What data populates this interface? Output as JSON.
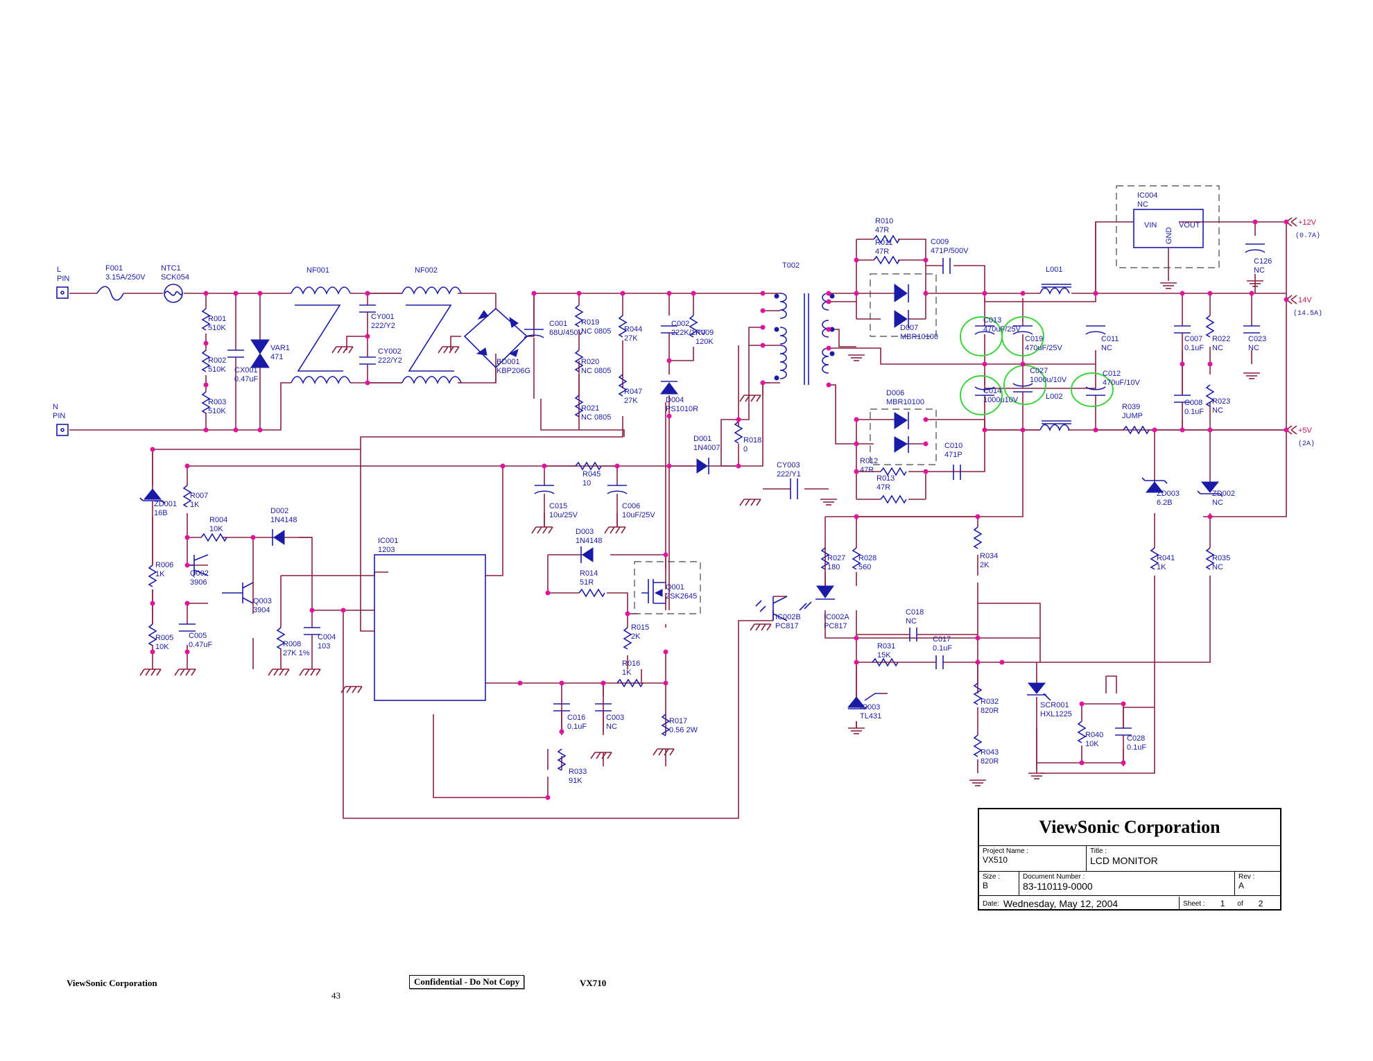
{
  "schematic": {
    "labels": {
      "l_pin": [
        "L",
        "PIN"
      ],
      "n_pin": [
        "N",
        "PIN"
      ],
      "f001": [
        "F001",
        "3.15A/250V"
      ],
      "ntc1": [
        "NTC1",
        "SCK054"
      ],
      "r001": [
        "R001",
        "510K"
      ],
      "r002": [
        "R002",
        "510K"
      ],
      "r003": [
        "R003",
        "510K"
      ],
      "cx001": [
        "CX001",
        "0.47uF"
      ],
      "var1": [
        "VAR1",
        "471"
      ],
      "nf001": [
        "NF001"
      ],
      "nf002": [
        "NF002"
      ],
      "cy001": [
        "CY001",
        "222/Y2"
      ],
      "cy002": [
        "CY002",
        "222/Y2"
      ],
      "bd001": [
        "BD001",
        "KBP206G"
      ],
      "c001": [
        "C001",
        "68U/450V"
      ],
      "r019": [
        "R019",
        "NC 0805"
      ],
      "r020": [
        "R020",
        "NC 0805"
      ],
      "r021": [
        "R021",
        "NC 0805"
      ],
      "r044": [
        "R044",
        "27K"
      ],
      "r047": [
        "R047",
        "27K"
      ],
      "c002": [
        "C002",
        "222K/1KV"
      ],
      "r009": [
        "R009",
        "120K"
      ],
      "d004": [
        "D004",
        "PS1010R"
      ],
      "d001": [
        "D001",
        "1N4007"
      ],
      "r018": [
        "R018",
        "0"
      ],
      "t002": [
        "T002"
      ],
      "r010": [
        "R010",
        "47R"
      ],
      "r011": [
        "R011",
        "47R"
      ],
      "c009": [
        "C009",
        "471P/500V"
      ],
      "d007": [
        "D007",
        "MBR10100"
      ],
      "d006": [
        "D006",
        "MBR10100"
      ],
      "r012": [
        "R012",
        "47R"
      ],
      "r013": [
        "R013",
        "47R"
      ],
      "c010": [
        "C010",
        "471P"
      ],
      "c013": [
        "C013",
        "470uF/25V"
      ],
      "c019": [
        "C019",
        "470uF/25V"
      ],
      "c014": [
        "C014",
        "1000u10V"
      ],
      "c027": [
        "C027",
        "1000u/10V"
      ],
      "c012": [
        "C012",
        "470uF/10V"
      ],
      "l001": [
        "L001"
      ],
      "l002": [
        "L002"
      ],
      "c011": [
        "C011",
        "NC"
      ],
      "ic004": [
        "IC004",
        "NC"
      ],
      "ic004_vin": "VIN",
      "ic004_vout": "VOUT",
      "ic004_gnd": "GND",
      "c126": [
        "C126",
        "NC"
      ],
      "c007": [
        "C007",
        "0.1uF"
      ],
      "c008": [
        "C008",
        "0.1uF"
      ],
      "r022": [
        "R022",
        "NC"
      ],
      "r023": [
        "R023",
        "NC"
      ],
      "c023": [
        "C023",
        "NC"
      ],
      "r039": [
        "R039",
        "JUMP"
      ],
      "zd003": [
        "ZD003",
        "6.2B"
      ],
      "zd002": [
        "ZD002",
        "NC"
      ],
      "r041": [
        "R041",
        "1K"
      ],
      "r035": [
        "R035",
        "NC"
      ],
      "cy003": [
        "CY003",
        "222/Y1"
      ],
      "r027": [
        "R027",
        "180"
      ],
      "r028": [
        "R028",
        "560"
      ],
      "r034": [
        "R034",
        "2K"
      ],
      "ic002b": [
        "IC002B",
        "PC817"
      ],
      "ic002a": [
        "IC002A",
        "PC817"
      ],
      "c018": [
        "C018",
        "NC"
      ],
      "r031": [
        "R031",
        "15K"
      ],
      "c017": [
        "C017",
        "0.1uF"
      ],
      "ic003": [
        "IC003",
        "TL431"
      ],
      "r032": [
        "R032",
        "820R"
      ],
      "r043": [
        "R043",
        "820R"
      ],
      "scr001": [
        "SCR001",
        "HXL1225"
      ],
      "r040": [
        "R040",
        "10K"
      ],
      "c028": [
        "C028",
        "0.1uF"
      ],
      "zd001": [
        "ZD001",
        "16B"
      ],
      "r007": [
        "R007",
        "1K"
      ],
      "r004": [
        "R004",
        "10K"
      ],
      "d002": [
        "D002",
        "1N4148"
      ],
      "r006": [
        "R006",
        "1K"
      ],
      "q002": [
        "Q002",
        "3906"
      ],
      "q003": [
        "Q003",
        "3904"
      ],
      "r005": [
        "R005",
        "10K"
      ],
      "c005": [
        "C005",
        "0.47uF"
      ],
      "r008": [
        "R008",
        "27K 1%"
      ],
      "c004": [
        "C004",
        "103"
      ],
      "ic001": [
        "IC001",
        "1203"
      ],
      "r045": [
        "R045",
        "10"
      ],
      "c015": [
        "C015",
        "10u/25V"
      ],
      "c006": [
        "C006",
        "10uF/25V"
      ],
      "d003": [
        "D003",
        "1N4148"
      ],
      "r014": [
        "R014",
        "51R"
      ],
      "q001": [
        "Q001",
        "2SK2645"
      ],
      "r015": [
        "R015",
        "2K"
      ],
      "r016": [
        "R016",
        "1K"
      ],
      "c016": [
        "C016",
        "0.1uF"
      ],
      "c003": [
        "C003",
        "NC"
      ],
      "r017": [
        "R017",
        "0.56 2W"
      ],
      "r033": [
        "R033",
        "91K"
      ]
    },
    "outputs": [
      {
        "name": "+12V",
        "sub": "(0.7A)"
      },
      {
        "name": "14V",
        "sub": "(14.5A)"
      },
      {
        "name": "+5V",
        "sub": "(2A)"
      }
    ],
    "colors": {
      "wire": "#8a1f3c",
      "component": "#1a1aa8",
      "junction": "#e0159b",
      "highlight": "#3cd23c"
    }
  },
  "title_block": {
    "company": "ViewSonic Corporation",
    "project_name_label": "Project Name :",
    "project_name": "VX510",
    "title_label": "Title :",
    "title": "LCD MONITOR",
    "size_label": "Size :",
    "size": "B",
    "docnum_label": "Document Number :",
    "docnum": "83-110119-0000",
    "rev_label": "Rev :",
    "rev": "A",
    "date_label": "Date:",
    "date": "Wednesday, May 12, 2004",
    "sheet_label": "Sheet :",
    "sheet": "1",
    "of_label": "of",
    "of": "2"
  },
  "footer": {
    "company": "ViewSonic Corporation",
    "page": "43",
    "confidential": "Confidential - Do Not Copy",
    "model": "VX710"
  }
}
